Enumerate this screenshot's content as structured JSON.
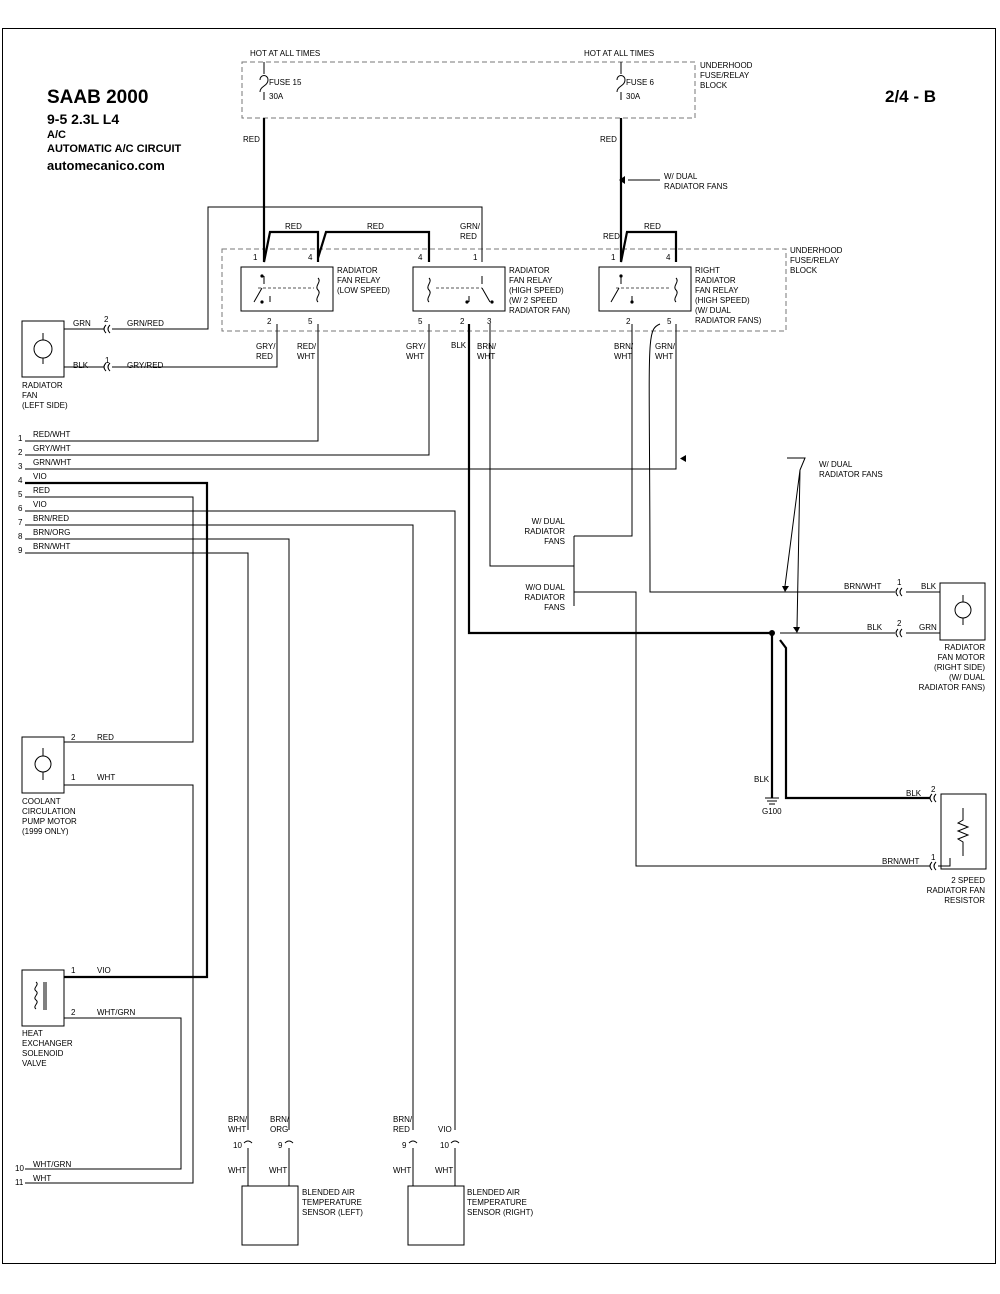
{
  "header": {
    "make": "SAAB 2000",
    "model": "9-5   2.3L  L4",
    "system": "A/C",
    "circuit": "AUTOMATIC A/C CIRCUIT",
    "site": "automecanico.com",
    "page": "2/4 - B"
  },
  "fuse_block": {
    "hot_left": "HOT AT ALL TIMES",
    "hot_right": "HOT AT ALL TIMES",
    "fuse15": "FUSE 15",
    "fuse15_amp": "30A",
    "fuse6": "FUSE 6",
    "fuse6_amp": "30A",
    "block_label": "UNDERHOOD\nFUSE/RELAY\nBLOCK"
  },
  "relay_block": {
    "block_label": "UNDERHOOD\nFUSE/RELAY\nBLOCK",
    "relay1": "RADIATOR\nFAN RELAY\n(LOW SPEED)",
    "relay2": "RADIATOR\nFAN RELAY\n(HIGH SPEED)\n(W/ 2 SPEED\nRADIATOR FAN)",
    "relay3": "RIGHT\nRADIATOR\nFAN RELAY\n(HIGH SPEED)\n(W/ DUAL\nRADIATOR FANS)"
  },
  "components": {
    "left_fan": "RADIATOR\nFAN\n(LEFT SIDE)",
    "right_fan": "RADIATOR\nFAN MOTOR\n(RIGHT SIDE)\n(W/ DUAL\nRADIATOR FANS)",
    "resistor": "2 SPEED\nRADIATOR FAN\nRESISTOR",
    "pump": "COOLANT\nCIRCULATION\nPUMP MOTOR\n(1999 ONLY)",
    "solenoid": "HEAT\nEXCHANGER\nSOLENOID\nVALVE",
    "sensor_left": "BLENDED AIR\nTEMPERATURE\nSENSOR (LEFT)",
    "sensor_right": "BLENDED AIR\nTEMPERATURE\nSENSOR (RIGHT)",
    "ground": "G100"
  },
  "notes": {
    "dual_fans_top": "W/ DUAL\nRADIATOR FANS",
    "dual_fans_mid": "W/ DUAL\nRADIATOR FANS",
    "with_dual": "W/ DUAL\nRADIATOR\nFANS",
    "without_dual": "W/O DUAL\nRADIATOR\nFANS"
  },
  "wires": {
    "red": "RED",
    "grn": "GRN",
    "blk": "BLK",
    "wht": "WHT",
    "vio": "VIO",
    "grn_red": "GRN/RED",
    "gry_red": "GRY/RED",
    "grn_red_stack": "GRN/\nRED",
    "gry_red_stack": "GRY/\nRED",
    "red_wht_stack": "RED/\nWHT",
    "gry_wht_stack": "GRY/\nWHT",
    "brn_wht_stack": "BRN/\nWHT",
    "grn_wht_stack": "GRN/\nWHT",
    "brn_org_stack": "BRN/\nORG",
    "brn_red_stack": "BRN/\nRED",
    "brn_wht": "BRN/WHT",
    "wht_grn": "WHT/GRN"
  },
  "connector_rows": [
    {
      "pin": "1",
      "color": "RED/WHT"
    },
    {
      "pin": "2",
      "color": "GRY/WHT"
    },
    {
      "pin": "3",
      "color": "GRN/WHT"
    },
    {
      "pin": "4",
      "color": "VIO"
    },
    {
      "pin": "5",
      "color": "RED"
    },
    {
      "pin": "6",
      "color": "VIO"
    },
    {
      "pin": "7",
      "color": "BRN/RED"
    },
    {
      "pin": "8",
      "color": "BRN/ORG"
    },
    {
      "pin": "9",
      "color": "BRN/WHT"
    },
    {
      "pin": "10",
      "color": "WHT/GRN"
    },
    {
      "pin": "11",
      "color": "WHT"
    }
  ],
  "pins": {
    "p1": "1",
    "p2": "2",
    "p3": "3",
    "p4": "4",
    "p5": "5",
    "p9": "9",
    "p10": "10"
  }
}
